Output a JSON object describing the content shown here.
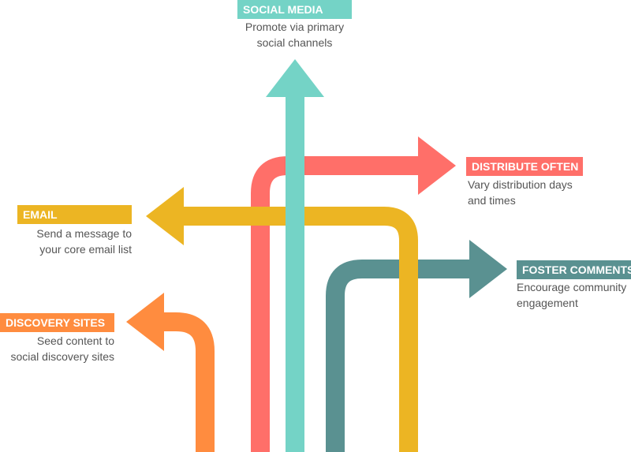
{
  "colors": {
    "social": "#74d3c6",
    "distribute": "#ff6f69",
    "email": "#ecb523",
    "foster": "#5a9191",
    "discovery": "#ff8c3f",
    "text": "#555555"
  },
  "items": {
    "social_media": {
      "title": "SOCIAL MEDIA",
      "desc_line1": "Promote via primary",
      "desc_line2": "social channels"
    },
    "distribute_often": {
      "title": "DISTRIBUTE OFTEN",
      "desc_line1": "Vary distribution days",
      "desc_line2": "and times"
    },
    "email": {
      "title": "EMAIL",
      "desc_line1": "Send a message to",
      "desc_line2": "your core email list"
    },
    "foster_comments": {
      "title": "FOSTER COMMENTS",
      "desc_line1": "Encourage community",
      "desc_line2": "engagement"
    },
    "discovery_sites": {
      "title": "DISCOVERY SITES",
      "desc_line1": "Seed content to",
      "desc_line2": "social discovery sites"
    }
  }
}
